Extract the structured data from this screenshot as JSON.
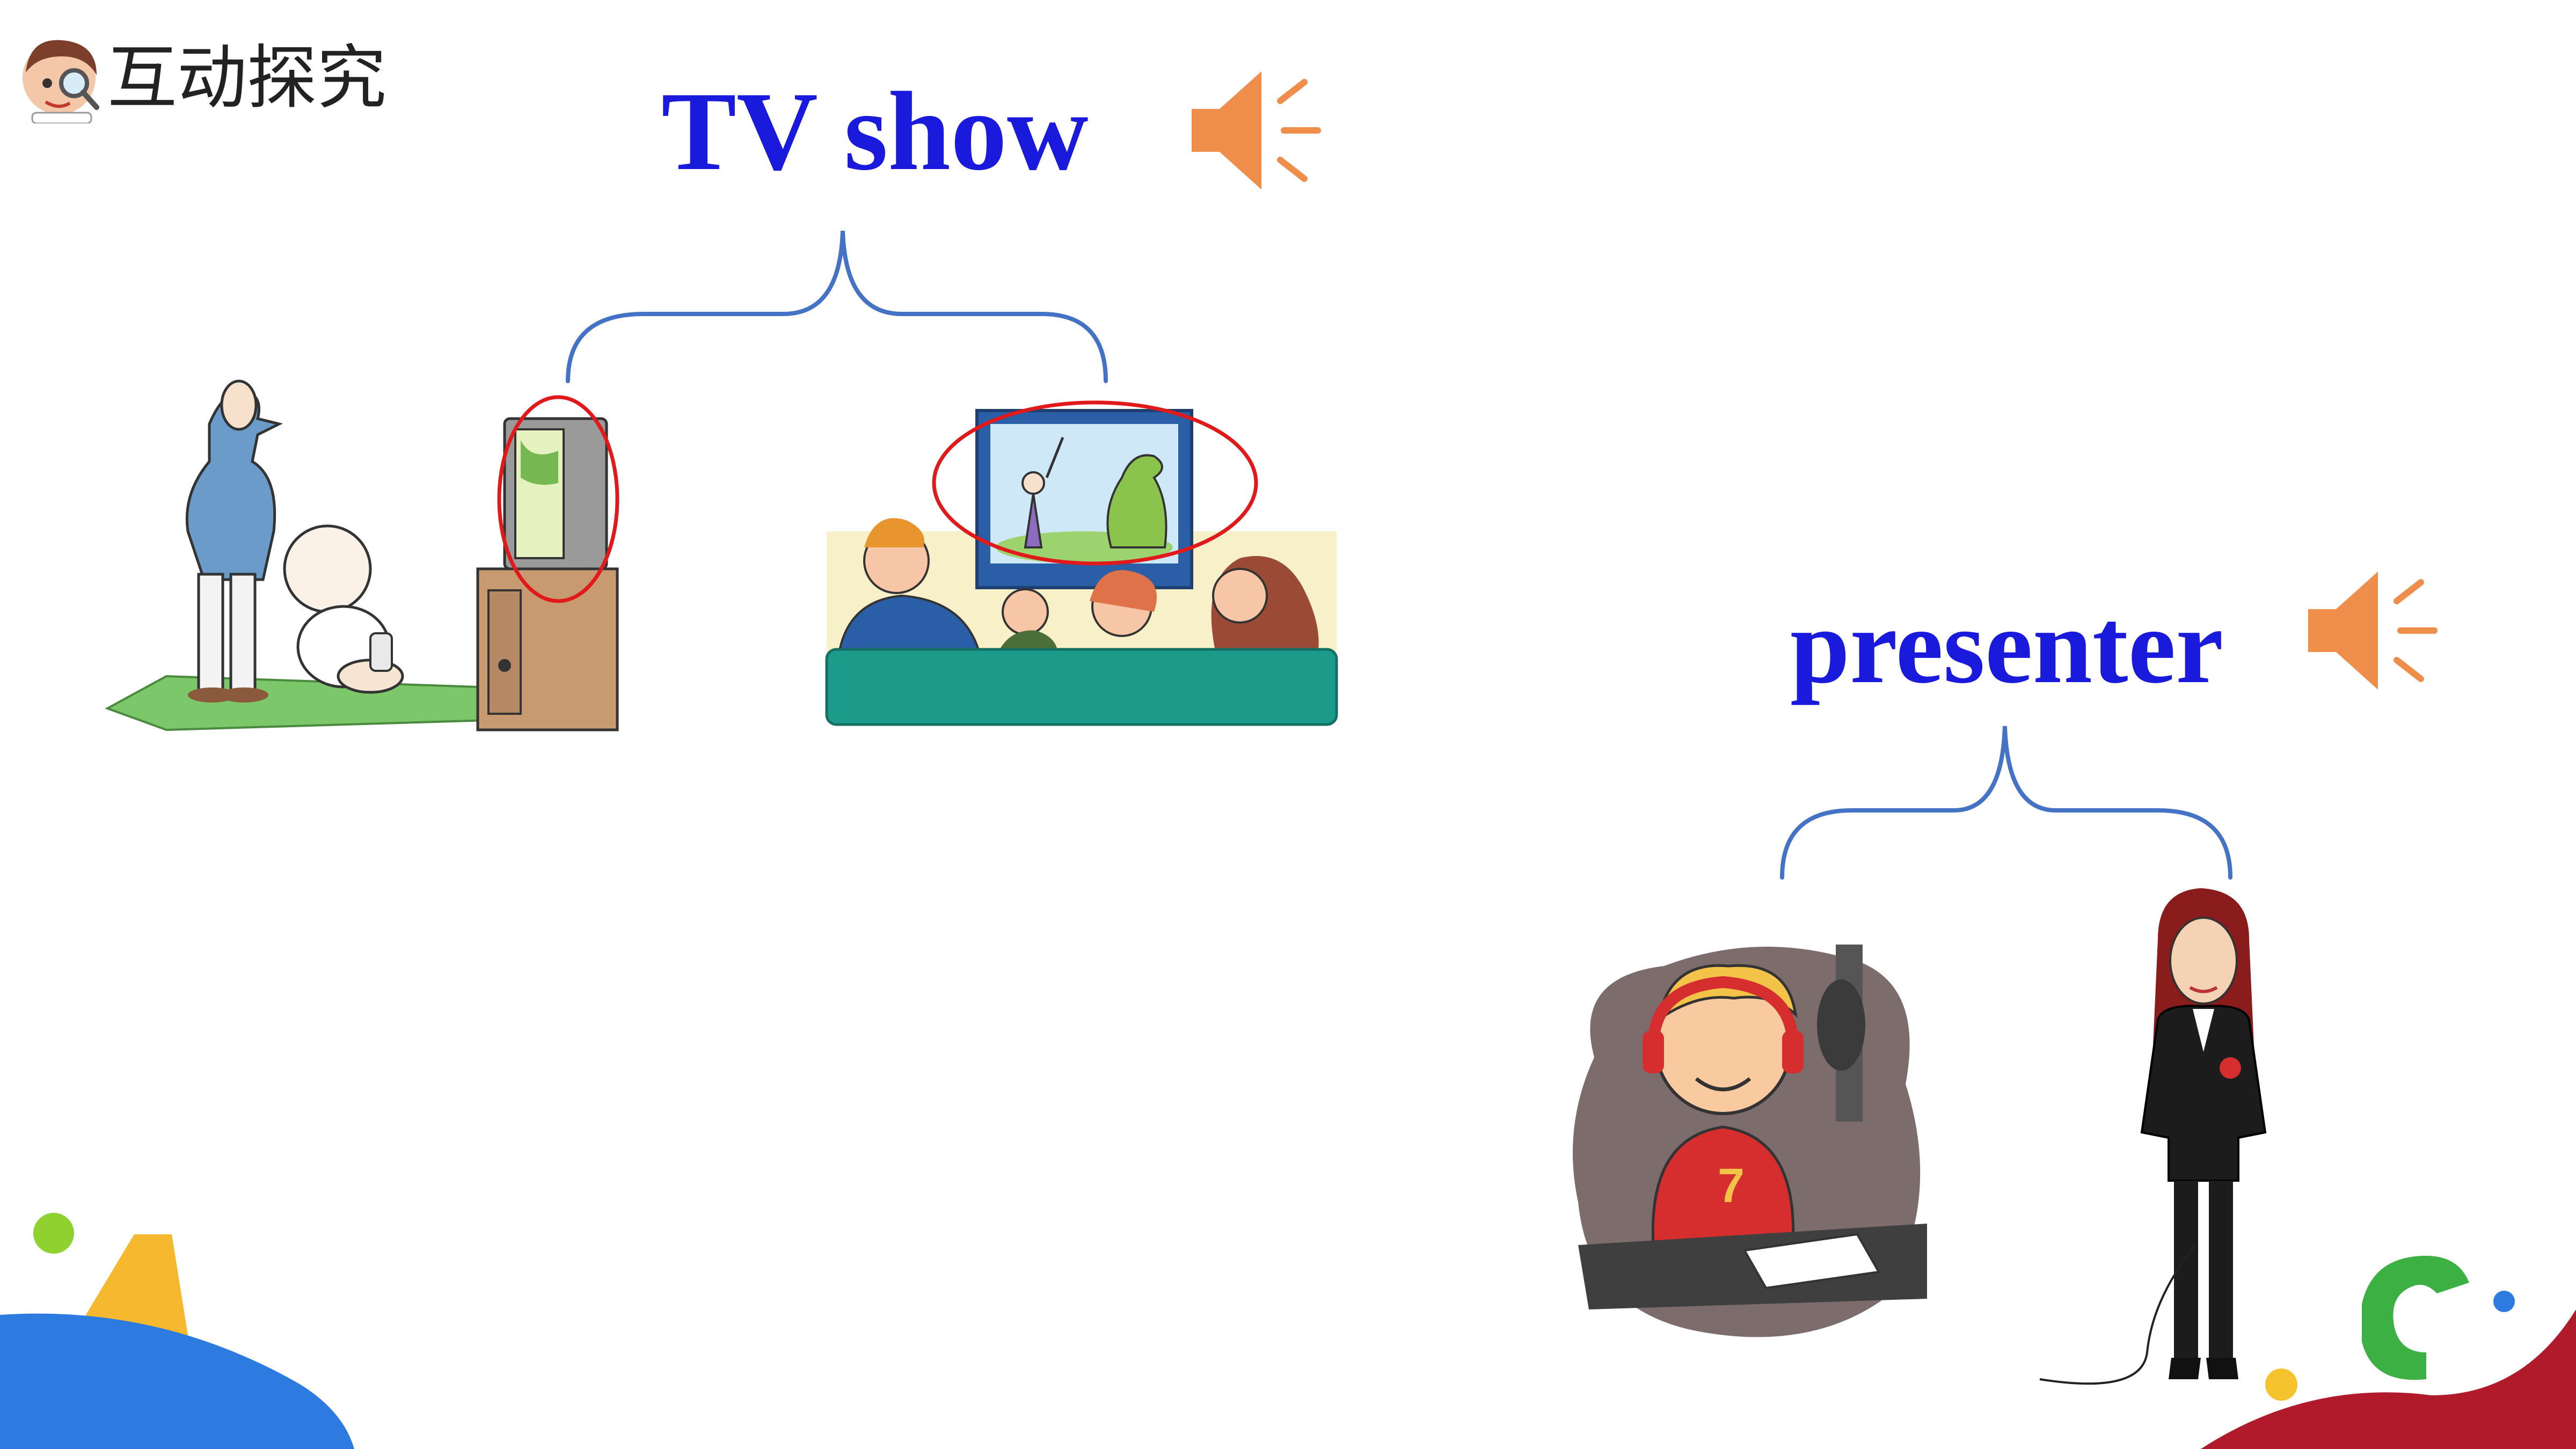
{
  "header": {
    "title": "互动探究",
    "icon": "student-magnifier-icon"
  },
  "vocab": [
    {
      "word": "TV show",
      "audio_icon": "speaker-icon"
    },
    {
      "word": "presenter",
      "audio_icon": "speaker-icon"
    }
  ],
  "colors": {
    "word": "#1a1adc",
    "speaker": "#ee8e4a",
    "brace": "#4472c4",
    "highlight_circle": "#e01a1a"
  }
}
